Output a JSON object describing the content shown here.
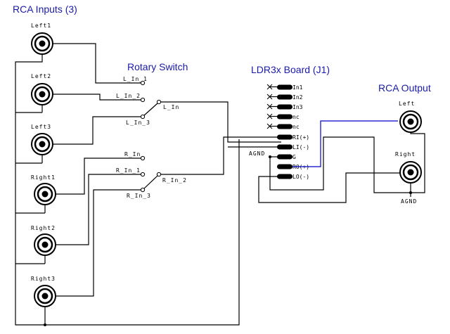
{
  "titles": {
    "rca_inputs": "RCA Inputs  (3)",
    "rotary_switch": "Rotary Switch",
    "ldr_board": "LDR3x Board  (J1)",
    "rca_output": "RCA Output"
  },
  "input_jacks": [
    "Left1",
    "Left2",
    "Left3",
    "Right1",
    "Right2",
    "Right3"
  ],
  "switch_labels": {
    "l_in_1": "L_In_1",
    "l_in_2": "L_In_2",
    "l_in_3": "L_In_3",
    "l_in": "L_In",
    "r_in": "R_In",
    "r_in_1": "R_In_1",
    "r_in_2": "R_In_2",
    "r_in_3": "R_In_3"
  },
  "board_pins": [
    "In1",
    "In2",
    "In3",
    "nc",
    "nc",
    "RI(+)",
    "LI(-)",
    "G",
    "RO(+)",
    "LO(-)"
  ],
  "agnd_left": "AGND",
  "output_jacks": [
    "Left",
    "Right"
  ],
  "agnd_right": "AGND",
  "colors": {
    "wire": "#000000",
    "title": "#1a1aa8",
    "ground_wire": "#0000c8"
  }
}
